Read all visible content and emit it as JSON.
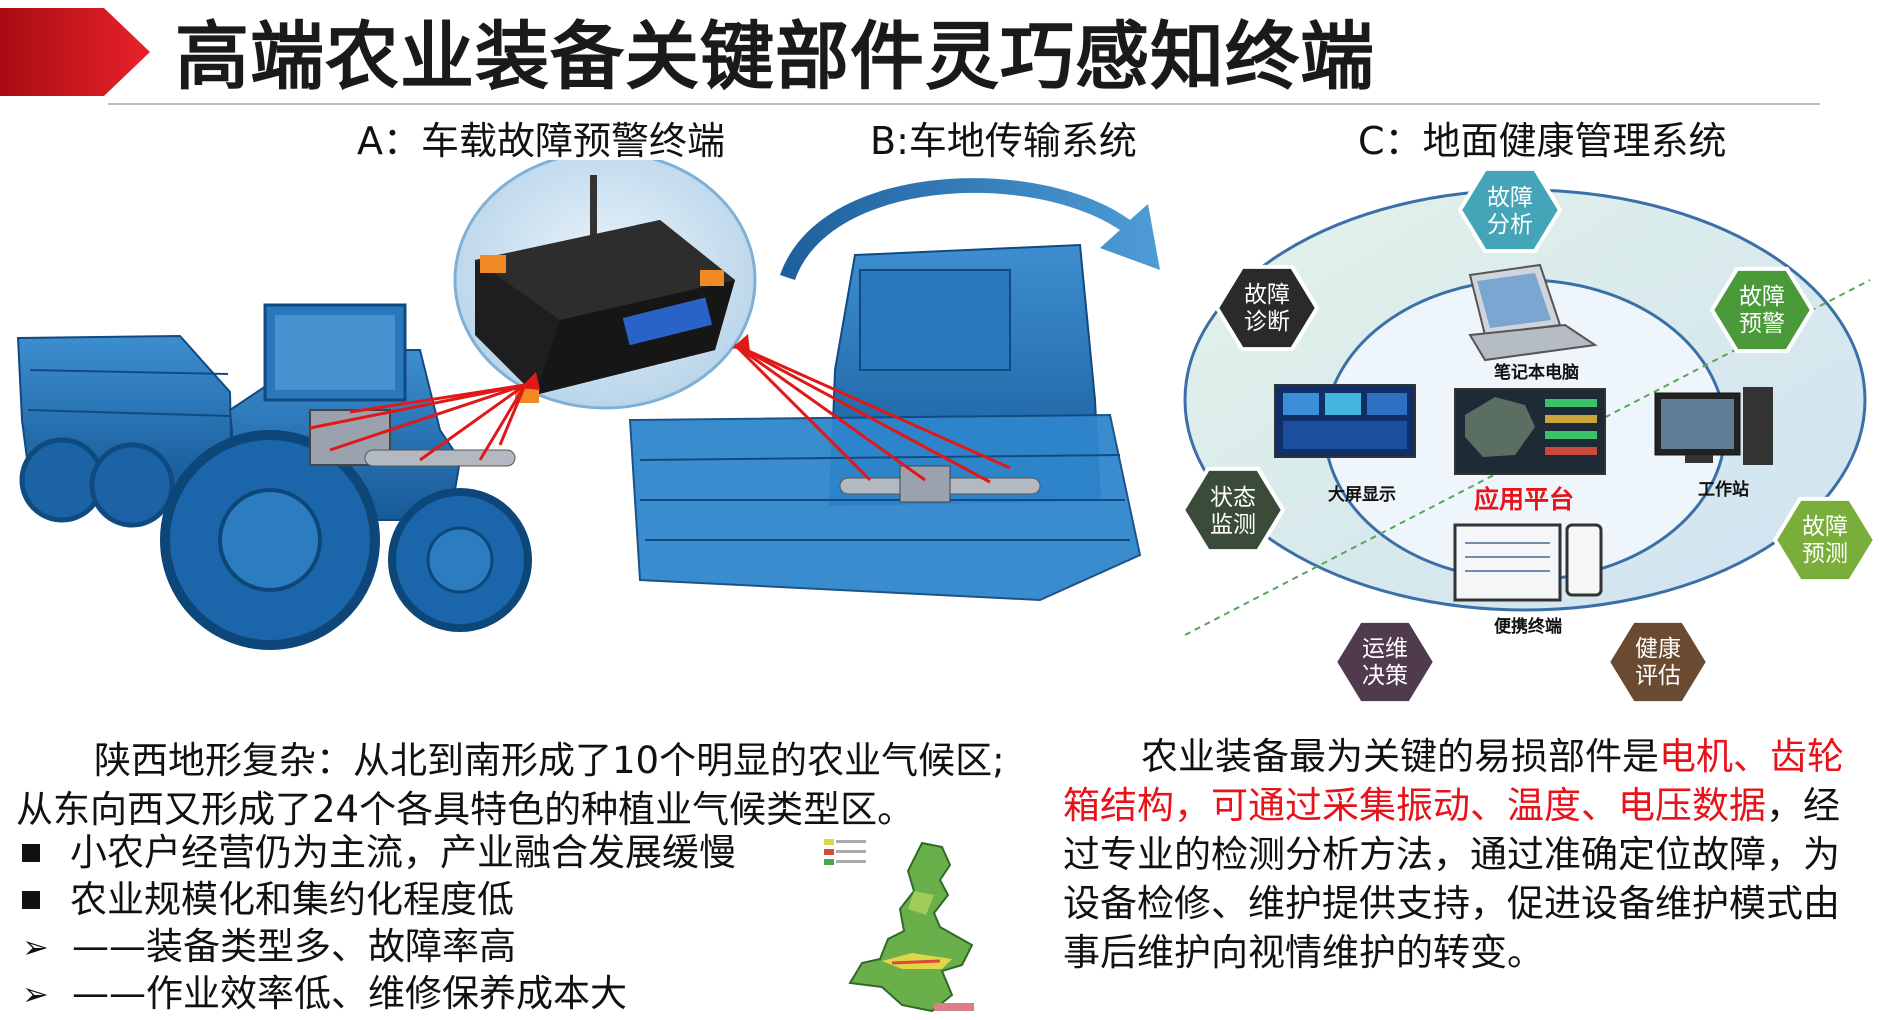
{
  "title": "高端农业装备关键部件灵巧感知终端",
  "sections": {
    "a": "A：车载故障预警终端",
    "b": "B:车地传输系统",
    "c": "C：地面健康管理系统"
  },
  "diagram": {
    "nodes": [
      {
        "label": "故障\n分析",
        "color": "#45a5b8"
      },
      {
        "label": "故障\n预警",
        "color": "#4b9a3a"
      },
      {
        "label": "故障\n预测",
        "color": "#7aae3a"
      },
      {
        "label": "健康\n评估",
        "color": "#6b4a32"
      },
      {
        "label": "运维\n决策",
        "color": "#503a4e"
      },
      {
        "label": "状态\n监测",
        "color": "#3b4b3a"
      },
      {
        "label": "故障\n诊断",
        "color": "#2a2a2a"
      }
    ],
    "devices": {
      "laptop": "笔记本电脑",
      "big_screen": "大屏显示",
      "workstation": "工作站",
      "portable": "便携终端",
      "platform": "应用平台"
    }
  },
  "left_text": {
    "para": "陕西地形复杂：从北到南形成了10个明显的农业气候区;从东向西又形成了24个各具特色的种植业气候类型区。",
    "bullets": [
      "小农户经营仍为主流，产业融合发展缓慢",
      "农业规模化和集约化程度低"
    ],
    "subs": [
      "——装备类型多、故障率高",
      "——作业效率低、维修保养成本大"
    ]
  },
  "right_text": {
    "part1": "农业装备最为关键的易损部件是",
    "highlight": "电机、齿轮箱结构，可通过采集振动、温度、电压数据",
    "part2": "，经过专业的检测分析方法，通过准确定位故障，为设备检修、维护提供支持，促进设备维护模式由事后维护向视情维护的转变。"
  },
  "colors": {
    "accent_red": "#e8131a",
    "machine_blue": "#1f6fb0",
    "title_red": "#d9141b"
  }
}
